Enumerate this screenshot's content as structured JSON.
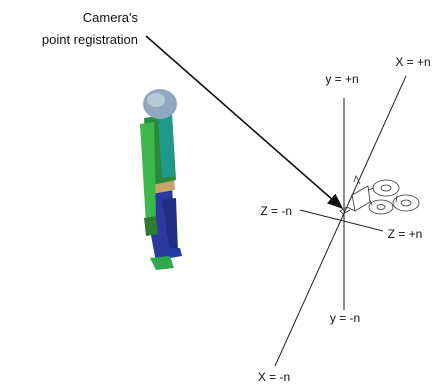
{
  "callout": {
    "line1": "Camera's",
    "line2": "point registration"
  },
  "axes": {
    "y_pos": "y = +n",
    "y_neg": "y = -n",
    "x_pos": "X = +n",
    "x_neg": "X = -n",
    "z_pos": "Z = +n",
    "z_neg": "Z = -n"
  },
  "colors": {
    "figure_head": "#8fa8c0",
    "figure_torso": "#2a8a3a",
    "figure_arm": "#3db84a",
    "figure_legs": "#2a3aa0",
    "figure_belt": "#c9a46a",
    "axis_line": "#222222"
  }
}
